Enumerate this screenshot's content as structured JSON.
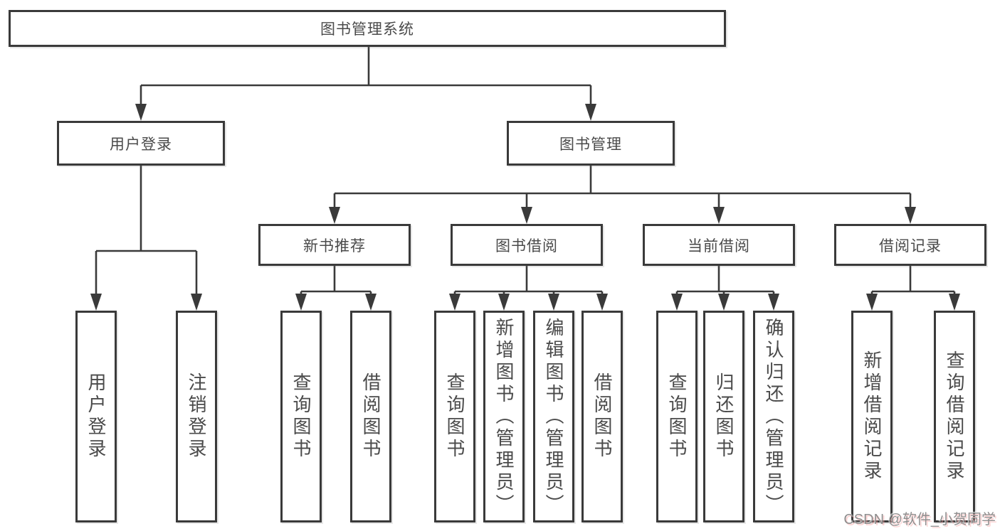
{
  "diagram": {
    "root": {
      "label": "图书管理系统"
    },
    "level1": [
      {
        "label": "用户登录"
      },
      {
        "label": "图书管理"
      }
    ],
    "level2": [
      {
        "label": "新书推荐",
        "parent": "图书管理"
      },
      {
        "label": "图书借阅",
        "parent": "图书管理"
      },
      {
        "label": "当前借阅",
        "parent": "图书管理"
      },
      {
        "label": "借阅记录",
        "parent": "图书管理"
      }
    ],
    "leaves": [
      {
        "label": "用户登录",
        "parent": "用户登录"
      },
      {
        "label": "注销登录",
        "parent": "用户登录"
      },
      {
        "label": "查询图书",
        "parent": "新书推荐"
      },
      {
        "label": "借阅图书",
        "parent": "新书推荐"
      },
      {
        "label": "查询图书",
        "parent": "图书借阅"
      },
      {
        "label": "新增图书（管理员）",
        "parent": "图书借阅"
      },
      {
        "label": "编辑图书（管理员）",
        "parent": "图书借阅"
      },
      {
        "label": "借阅图书",
        "parent": "图书借阅"
      },
      {
        "label": "查询图书",
        "parent": "当前借阅"
      },
      {
        "label": "归还图书",
        "parent": "当前借阅"
      },
      {
        "label": "确认归还（管理员）",
        "parent": "当前借阅"
      },
      {
        "label": "新增借阅记录",
        "parent": "借阅记录"
      },
      {
        "label": "查询借阅记录",
        "parent": "借阅记录"
      }
    ]
  },
  "watermark": {
    "text": "CSDN @软件_小贺同学"
  },
  "colors": {
    "line": "#3a3a3a",
    "box_border": "#3a3a3a",
    "text": "#4a4a4a",
    "watermark": "#8f8f8f",
    "background": "#ffffff"
  }
}
